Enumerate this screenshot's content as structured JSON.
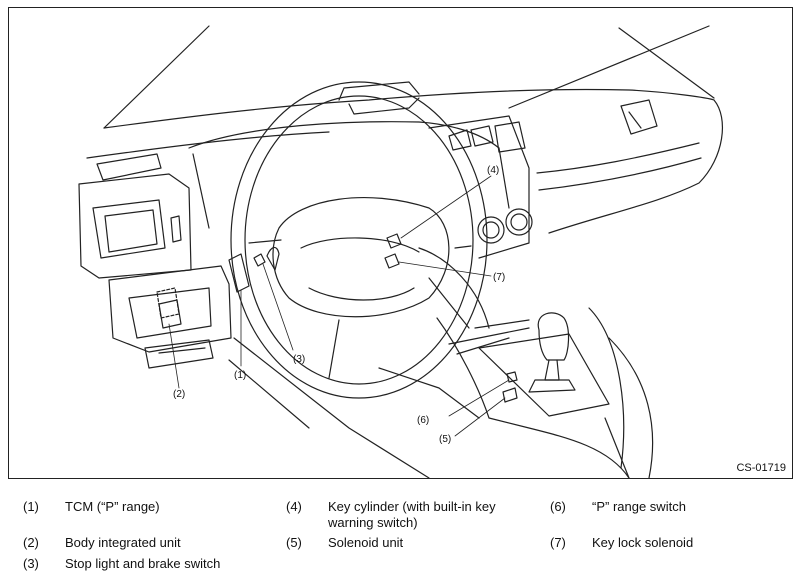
{
  "figure": {
    "code": "CS-01719",
    "callouts": [
      "(1)",
      "(2)",
      "(3)",
      "(4)",
      "(5)",
      "(6)",
      "(7)"
    ]
  },
  "legend": [
    {
      "num": "(1)",
      "text": "TCM (“P” range)"
    },
    {
      "num": "(2)",
      "text": "Body integrated unit"
    },
    {
      "num": "(3)",
      "text": "Stop light and brake switch"
    },
    {
      "num": "(4)",
      "text": "Key cylinder (with built-in key warning switch)"
    },
    {
      "num": "(5)",
      "text": "Solenoid unit"
    },
    {
      "num": "(6)",
      "text": "“P” range switch"
    },
    {
      "num": "(7)",
      "text": "Key lock solenoid"
    }
  ]
}
